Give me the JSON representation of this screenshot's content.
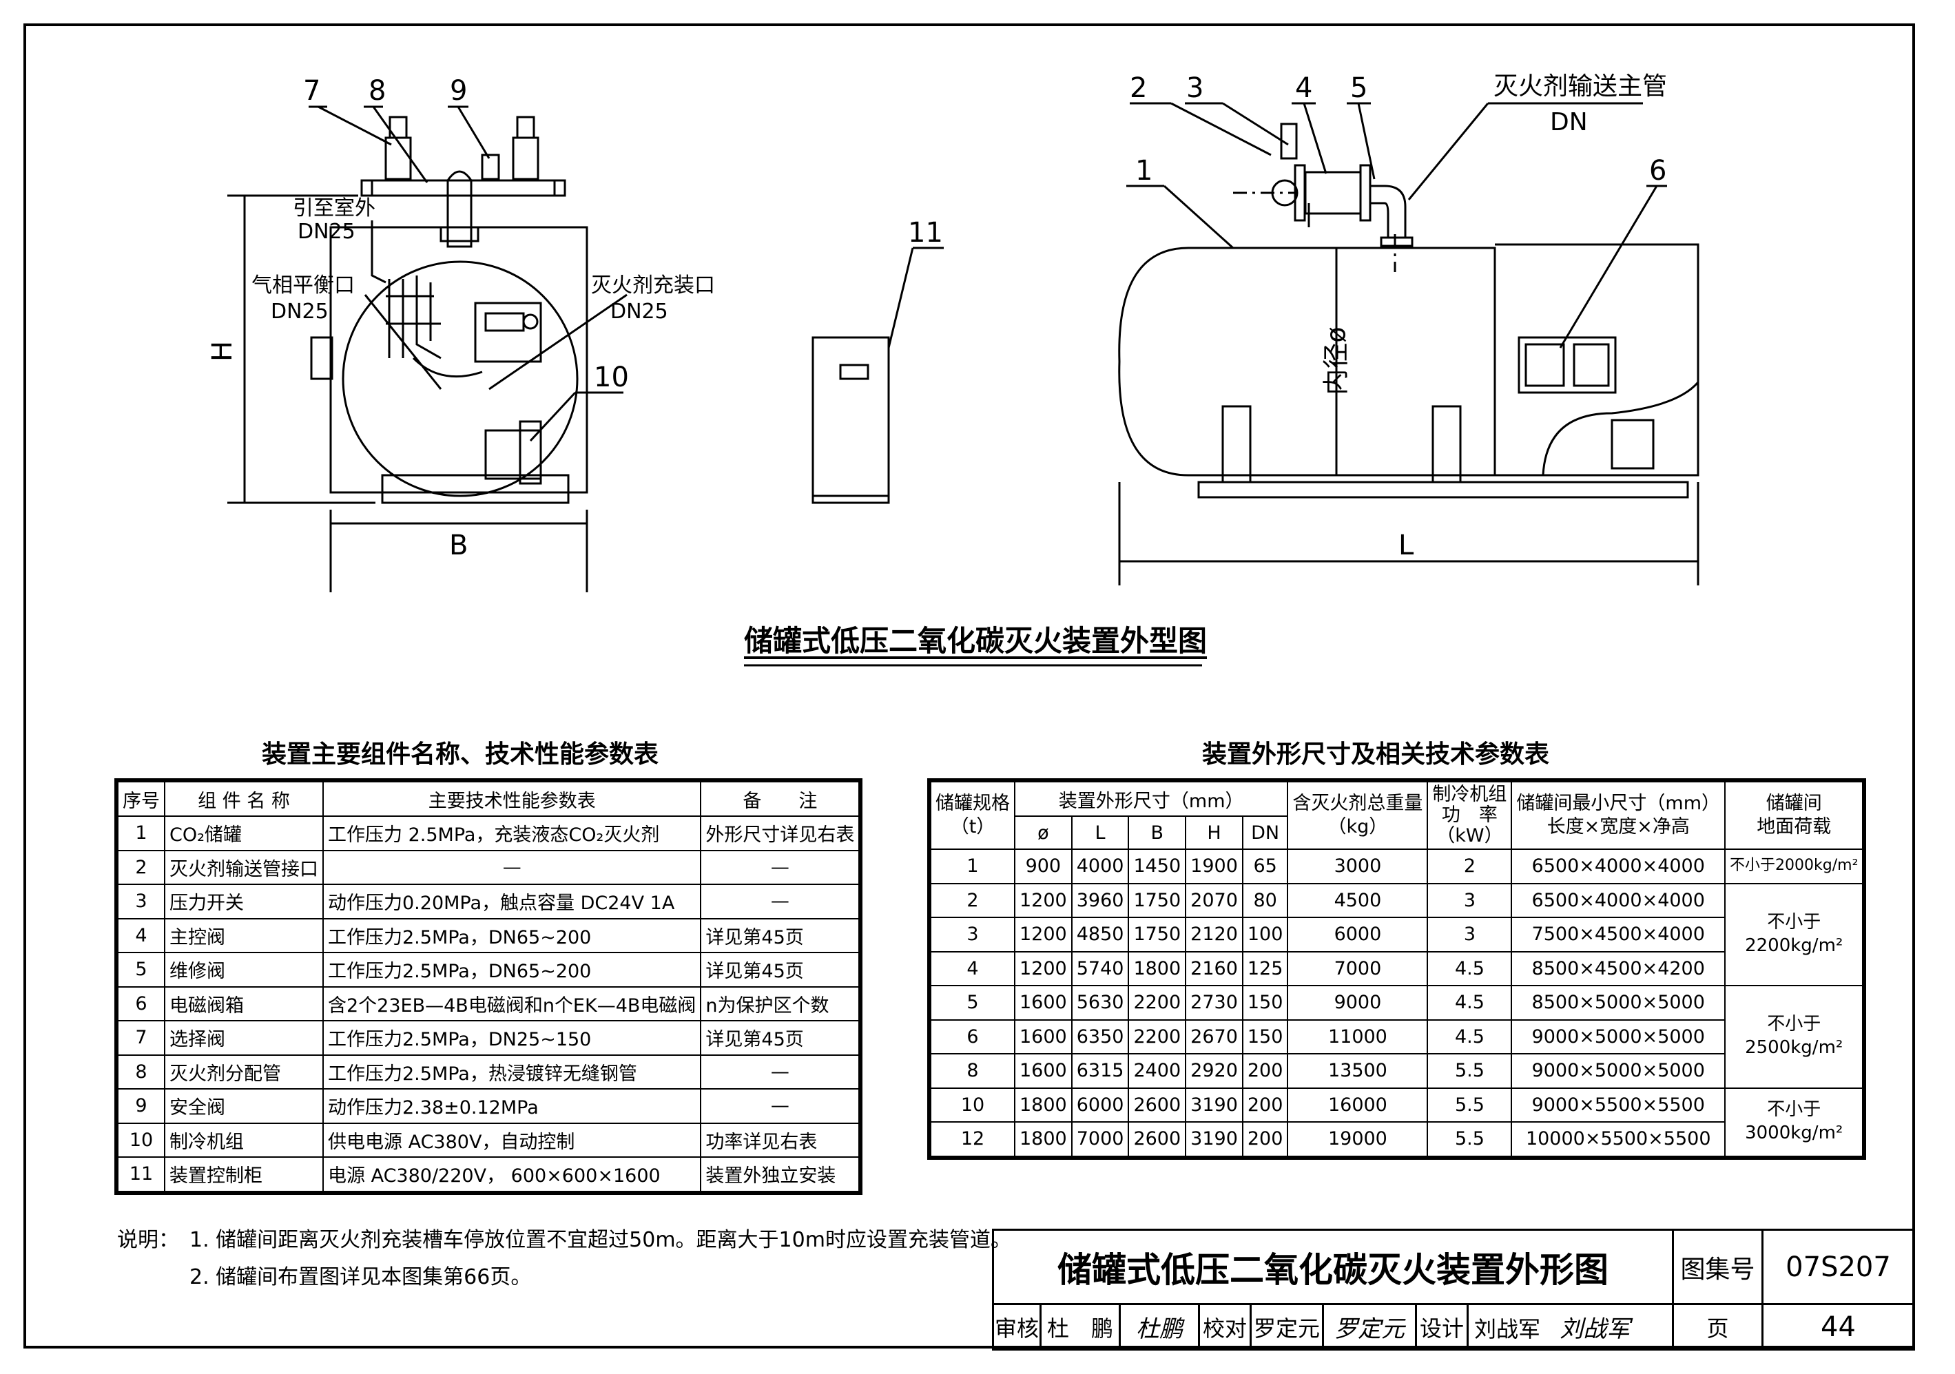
{
  "drawing": {
    "title": "储罐式低压二氧化碳灭火装置外型图",
    "front_view": {
      "callouts": [
        "7",
        "8",
        "9",
        "10"
      ],
      "labels": {
        "outdoor": "引至室外",
        "outdoor_dn": "DN25",
        "balance": "气相平衡口",
        "balance_dn": "DN25",
        "charge": "灭火剂充装口",
        "charge_dn": "DN25",
        "height": "H",
        "width": "B"
      }
    },
    "cabinet_view": {
      "callouts": [
        "11"
      ]
    },
    "side_view": {
      "callouts": [
        "2",
        "3",
        "4",
        "5",
        "1",
        "6"
      ],
      "labels": {
        "main_pipe": "灭火剂输送主管",
        "main_pipe_dn": "DN",
        "inner_dia": "内径ø",
        "length": "L"
      }
    }
  },
  "components_table": {
    "title": "装置主要组件名称、技术性能参数表",
    "headers": [
      "序号",
      "组 件 名 称",
      "主要技术性能参数表",
      "备　　注"
    ],
    "rows": [
      [
        "1",
        "CO₂储罐",
        "工作压力 2.5MPa，充装液态CO₂灭火剂",
        "外形尺寸详见右表"
      ],
      [
        "2",
        "灭火剂输送管接口",
        "—",
        "—"
      ],
      [
        "3",
        "压力开关",
        "动作压力0.20MPa，触点容量 DC24V 1A",
        "—"
      ],
      [
        "4",
        "主控阀",
        "工作压力2.5MPa，DN65~200",
        "详见第45页"
      ],
      [
        "5",
        "维修阀",
        "工作压力2.5MPa，DN65~200",
        "详见第45页"
      ],
      [
        "6",
        "电磁阀箱",
        "含2个23EB—4B电磁阀和n个EK—4B电磁阀",
        "n为保护区个数"
      ],
      [
        "7",
        "选择阀",
        "工作压力2.5MPa，DN25~150",
        "详见第45页"
      ],
      [
        "8",
        "灭火剂分配管",
        "工作压力2.5MPa，热浸镀锌无缝钢管",
        "—"
      ],
      [
        "9",
        "安全阀",
        "动作压力2.38±0.12MPa",
        "—"
      ],
      [
        "10",
        "制冷机组",
        "供电电源 AC380V，自动控制",
        "功率详见右表"
      ],
      [
        "11",
        "装置控制柜",
        "电源 AC380/220V， 600×600×1600",
        "装置外独立安装"
      ]
    ]
  },
  "dimensions_table": {
    "title": "装置外形尺寸及相关技术参数表",
    "headers": {
      "spec": "储罐规格",
      "spec_unit": "（t）",
      "size": "装置外形尺寸（mm）",
      "sub": [
        "ø",
        "L",
        "B",
        "H",
        "DN"
      ],
      "weight": "含灭火剂总重量",
      "weight_unit": "（kg）",
      "power_1": "制冷机组",
      "power_2": "功　率",
      "power_3": "（kW）",
      "room_1": "储罐间最小尺寸（mm）",
      "room_2": "长度×宽度×净高",
      "load_1": "储罐间",
      "load_2": "地面荷载"
    },
    "rows": [
      [
        "1",
        "900",
        "4000",
        "1450",
        "1900",
        "65",
        "3000",
        "2",
        "6500×4000×4000"
      ],
      [
        "2",
        "1200",
        "3960",
        "1750",
        "2070",
        "80",
        "4500",
        "3",
        "6500×4000×4000"
      ],
      [
        "3",
        "1200",
        "4850",
        "1750",
        "2120",
        "100",
        "6000",
        "3",
        "7500×4500×4000"
      ],
      [
        "4",
        "1200",
        "5740",
        "1800",
        "2160",
        "125",
        "7000",
        "4.5",
        "8500×4500×4200"
      ],
      [
        "5",
        "1600",
        "5630",
        "2200",
        "2730",
        "150",
        "9000",
        "4.5",
        "8500×5000×5000"
      ],
      [
        "6",
        "1600",
        "6350",
        "2200",
        "2670",
        "150",
        "11000",
        "4.5",
        "9000×5000×5000"
      ],
      [
        "8",
        "1600",
        "6315",
        "2400",
        "2920",
        "200",
        "13500",
        "5.5",
        "9000×5000×5000"
      ],
      [
        "10",
        "1800",
        "6000",
        "2600",
        "3190",
        "200",
        "16000",
        "5.5",
        "9000×5500×5500"
      ],
      [
        "12",
        "1800",
        "7000",
        "2600",
        "3190",
        "200",
        "19000",
        "5.5",
        "10000×5500×5500"
      ]
    ],
    "loads": [
      "不小于2000kg/m²",
      "不小于",
      "2200kg/m²",
      "不小于",
      "2500kg/m²",
      "不小于",
      "3000kg/m²"
    ]
  },
  "notes": {
    "prefix": "说明：",
    "items": [
      "1. 储罐间距离灭火剂充装槽车停放位置不宜超过50m。距离大于10m时应设置充装管道。",
      "2. 储罐间布置图详见本图集第66页。"
    ]
  },
  "title_block": {
    "title": "储罐式低压二氧化碳灭火装置外形图",
    "atlas_label": "图集号",
    "atlas_no": "07S207",
    "review_label": "审核",
    "review_name": "杜　鹏",
    "review_sign": "杜鹏",
    "check_label": "校对",
    "check_name": "罗定元",
    "check_sign": "罗定元",
    "design_label": "设计",
    "design_name": "刘战军",
    "design_sign": "刘战军",
    "page_label": "页",
    "page_no": "44"
  }
}
